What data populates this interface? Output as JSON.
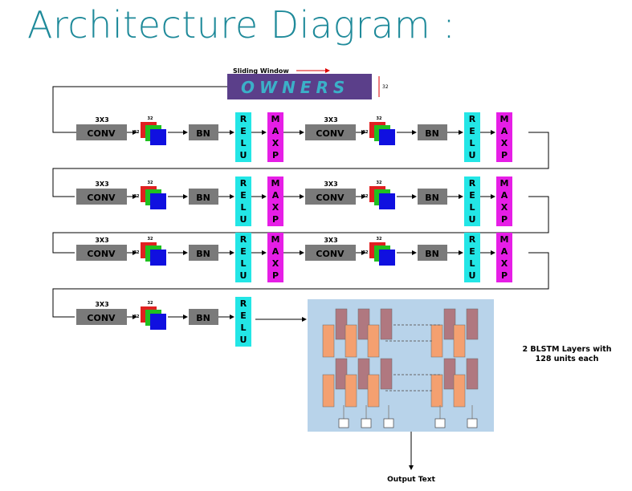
{
  "title": "Architecture Diagram :",
  "sliding_window": {
    "label": "Sliding Window",
    "word": "OWNERS",
    "height_label": "32"
  },
  "conv_label_top": "3X3",
  "conv_label": "CONV",
  "bn_label": "BN",
  "relu_letters": [
    "R",
    "E",
    "L",
    "U"
  ],
  "maxp_letters": [
    "M",
    "A",
    "X",
    "P"
  ],
  "feature_dim": "32",
  "rows": [
    {
      "stages": 2,
      "maxp": true
    },
    {
      "stages": 2,
      "maxp": true
    },
    {
      "stages": 2,
      "maxp": true
    },
    {
      "stages": 1,
      "maxp": false
    }
  ],
  "blstm": {
    "label_line1": "2 BLSTM Layers with",
    "label_line2": "128 units each"
  },
  "output_label": "Output Text",
  "colors": {
    "conv": "#7a7a7a",
    "bn": "#7a7a7a",
    "relu": "#23e6e6",
    "maxp": "#e61ee6",
    "fm_red": "#e02020",
    "fm_green": "#20c020",
    "fm_blue": "#1010e0",
    "blstm_bg": "#b8d3ea",
    "lstm_up": "#b07880",
    "lstm_down": "#f4a070",
    "title": "#1f8a9a"
  }
}
